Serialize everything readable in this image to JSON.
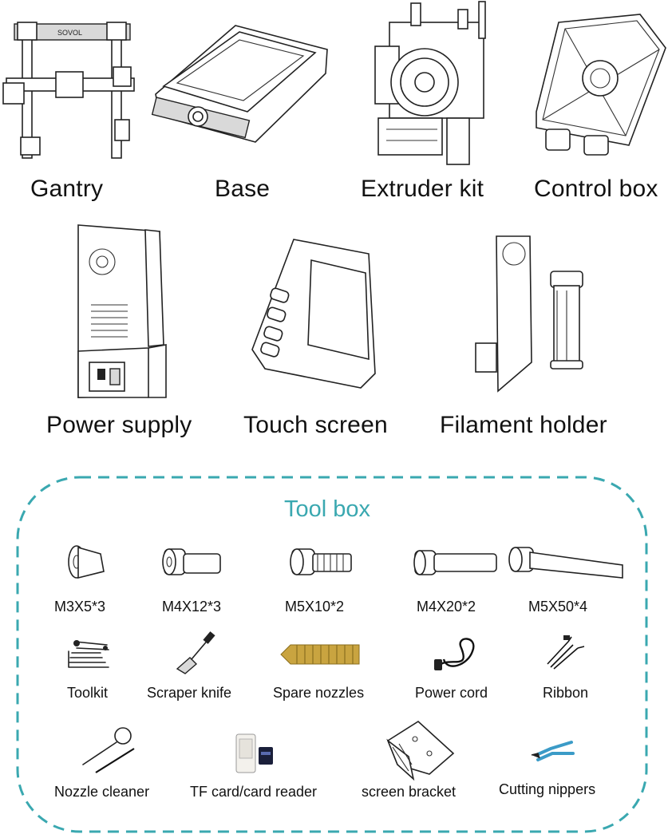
{
  "main_components": [
    {
      "label": "Gantry",
      "icon": "gantry-icon"
    },
    {
      "label": "Base",
      "icon": "base-icon"
    },
    {
      "label": "Extruder kit",
      "icon": "extruder-icon"
    },
    {
      "label": "Control box",
      "icon": "control-box-icon"
    },
    {
      "label": "Power supply",
      "icon": "power-supply-icon"
    },
    {
      "label": "Touch screen",
      "icon": "touch-screen-icon"
    },
    {
      "label": "Filament holder",
      "icon": "filament-holder-icon"
    }
  ],
  "tool_box": {
    "title": "Tool box",
    "border_color": "#3aa8b0",
    "items": [
      {
        "label": "M3X5*3",
        "icon": "m3x5-screw-icon"
      },
      {
        "label": "M4X12*3",
        "icon": "m4x12-screw-icon"
      },
      {
        "label": "M5X10*2",
        "icon": "m5x10-screw-icon"
      },
      {
        "label": "M4X20*2",
        "icon": "m4x20-screw-icon"
      },
      {
        "label": "M5X50*4",
        "icon": "m5x50-screw-icon"
      },
      {
        "label": "Toolkit",
        "icon": "toolkit-icon"
      },
      {
        "label": "Scraper knife",
        "icon": "scraper-knife-icon"
      },
      {
        "label": "Spare nozzles",
        "icon": "nozzle-icon"
      },
      {
        "label": "Power cord",
        "icon": "power-cord-icon"
      },
      {
        "label": "Ribbon",
        "icon": "ribbon-icon"
      },
      {
        "label": "Nozzle cleaner",
        "icon": "nozzle-cleaner-icon"
      },
      {
        "label": "TF card/card reader",
        "icon": "tf-card-icon"
      },
      {
        "label": "screen bracket",
        "icon": "screen-bracket-icon"
      },
      {
        "label": "Cutting nippers",
        "icon": "cutting-nippers-icon"
      }
    ]
  }
}
